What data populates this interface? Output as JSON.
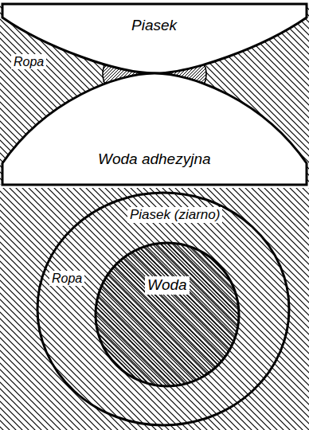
{
  "diagram": {
    "nodes": [
      {
        "text": [
          "Piasek"
        ]
      },
      {
        "text": [
          "Woda adhezyjna"
        ]
      },
      {
        "text": [
          "Piasek (ziarno)"
        ]
      },
      {
        "text": [
          "Woda"
        ],
        "in": 2
      }
    ],
    "labels": [
      "Ropa",
      "Ropa"
    ]
  }
}
